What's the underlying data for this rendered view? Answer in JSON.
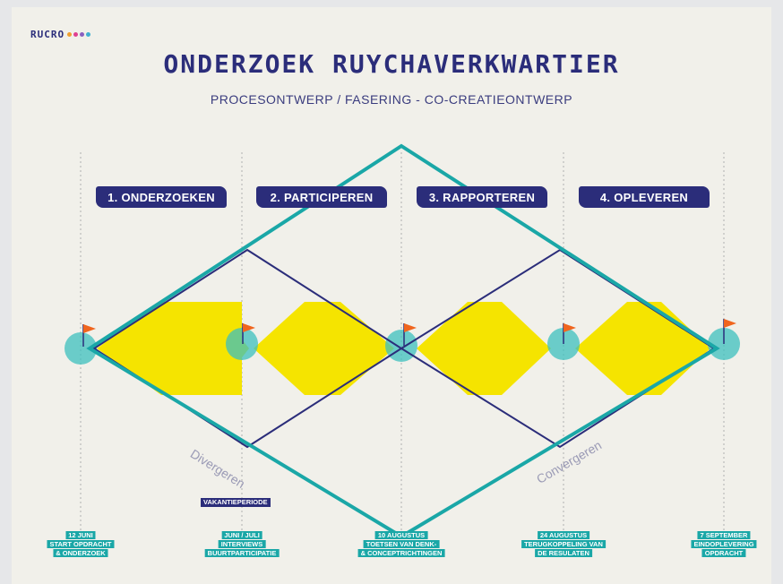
{
  "logo": {
    "text": "RUCRO",
    "dot_colors": [
      "#f0a030",
      "#e04090",
      "#8a60c0",
      "#40b0d0"
    ]
  },
  "header": {
    "title": "ONDERZOEK RUYCHAVERKWARTIER",
    "subtitle": "PROCESONTWERP / FASERING - CO-CREATIEONTWERP"
  },
  "phases": [
    {
      "label": "1. ONDERZOEKEN"
    },
    {
      "label": "2. PARTICIPEREN"
    },
    {
      "label": "3. RAPPORTEREN"
    },
    {
      "label": "4. OPLEVEREN"
    }
  ],
  "labels": {
    "diverge": "Divergeren",
    "converge": "Convergeren"
  },
  "vakantie": "VAKANTIEPERIODE",
  "milestones": [
    {
      "lines": [
        "12 JUNI",
        "START OPDRACHT",
        "& ONDERZOEK"
      ]
    },
    {
      "lines": [
        "JUNI / JULI",
        "INTERVIEWS",
        "BUURTPARTICIPATIE"
      ]
    },
    {
      "lines": [
        "10 AUGUSTUS",
        "TOETSEN VAN DENK-",
        "& CONCEPTRICHTINGEN"
      ]
    },
    {
      "lines": [
        "24 AUGUSTUS",
        "TERUGKOPPELING VAN",
        "DE RESULATEN"
      ]
    },
    {
      "lines": [
        "7 SEPTEMBER",
        "EINDOPLEVERING",
        "OPDRACHT"
      ]
    }
  ],
  "colors": {
    "navy": "#2b2d7a",
    "teal": "#1aa7a7",
    "yellow": "#f5e400",
    "flag": "#f0651e",
    "circle": "#3cc0bd"
  }
}
